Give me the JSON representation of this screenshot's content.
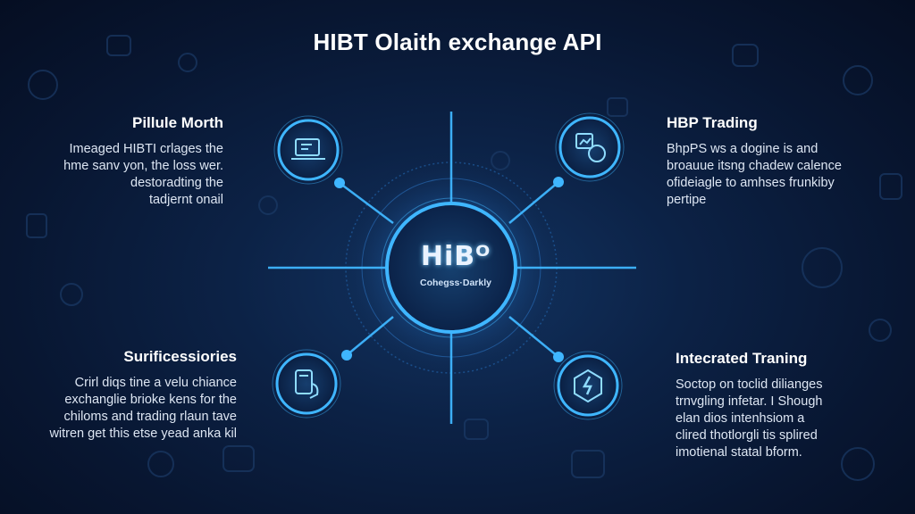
{
  "title": "HIBT Olaith exchange API",
  "colors": {
    "background": "#081631",
    "accent": "#39b3ff",
    "glow": "#7fd0ff"
  },
  "hub": {
    "logo": "HiBᴼ",
    "subtitle": "Cohegss·Darkly"
  },
  "nodes": [
    {
      "position": "top-left",
      "icon": "document-laptop-icon",
      "heading": "Pillule Morth",
      "lines": [
        "Imeaged HIBTI crlages the",
        "hme sanv yon, the loss wer.",
        "destoradting the",
        "tadjernt onail"
      ]
    },
    {
      "position": "top-right",
      "icon": "chart-gear-icon",
      "heading": "HBP Trading",
      "lines": [
        "BhpPS ws a dogine is and",
        "broauue itsng chadew calence",
        "ofideiagle to amhses frunkiby",
        "pertipe"
      ]
    },
    {
      "position": "bottom-left",
      "icon": "device-hand-icon",
      "heading": "Surificessiories",
      "lines": [
        "Crirl diqs tine a velu chiance",
        "exchanglie brioke kens for the",
        "chiloms and trading rlaun tave",
        "witren get this etse yead anka kil"
      ]
    },
    {
      "position": "bottom-right",
      "icon": "hexagon-lightning-icon",
      "heading": "Intecrated Traning",
      "lines": [
        "Soctop on toclid dilianges",
        "trnvgling infetar. I Shough",
        "elan dios intenhsiom a",
        "clired thotlorgli tis splired",
        "imotienal statal bform."
      ]
    }
  ]
}
